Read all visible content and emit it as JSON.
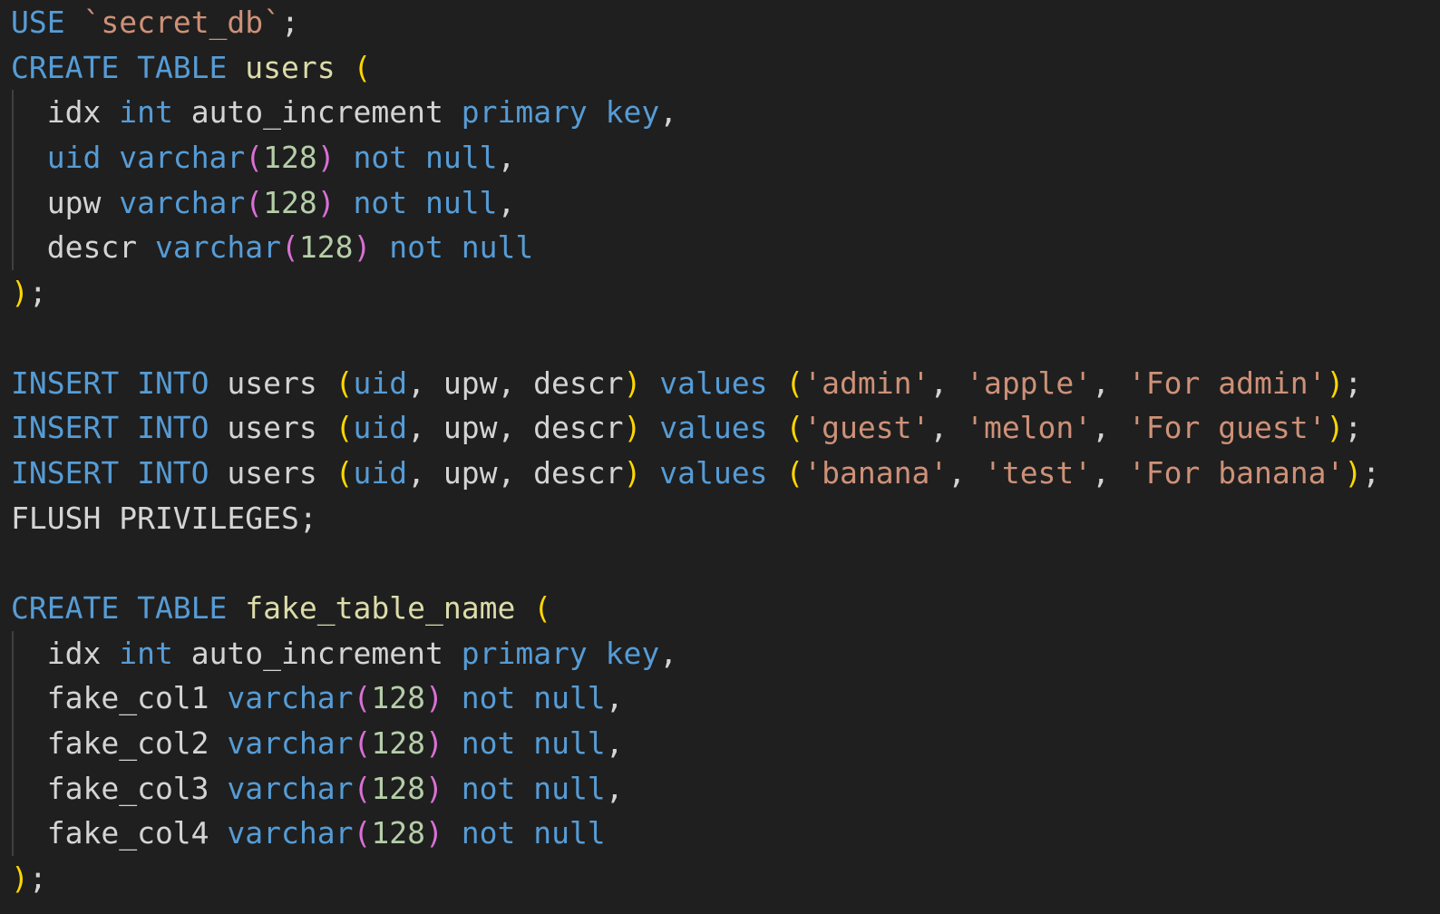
{
  "colors": {
    "background": "#1f1f1f",
    "keyword": "#569cd6",
    "string": "#ce9178",
    "identifier": "#d4d4d4",
    "table_name": "#dcdcaa",
    "bracket_level1": "#ffd700",
    "bracket_level2": "#da70d6",
    "number": "#b5cea8"
  },
  "lines": [
    {
      "tokens": [
        {
          "t": "USE",
          "c": "kw"
        },
        {
          "t": " ",
          "c": "id"
        },
        {
          "t": "`secret_db`",
          "c": "str"
        },
        {
          "t": ";",
          "c": "id"
        }
      ]
    },
    {
      "tokens": [
        {
          "t": "CREATE TABLE",
          "c": "kw"
        },
        {
          "t": " ",
          "c": "id"
        },
        {
          "t": "users",
          "c": "fn"
        },
        {
          "t": " ",
          "c": "id"
        },
        {
          "t": "(",
          "c": "p1"
        }
      ]
    },
    {
      "indent": true,
      "tokens": [
        {
          "t": "  idx ",
          "c": "id"
        },
        {
          "t": "int",
          "c": "kw"
        },
        {
          "t": " auto_increment ",
          "c": "id"
        },
        {
          "t": "primary key",
          "c": "kw"
        },
        {
          "t": ",",
          "c": "id"
        }
      ]
    },
    {
      "indent": true,
      "tokens": [
        {
          "t": "  ",
          "c": "id"
        },
        {
          "t": "uid varchar",
          "c": "kw"
        },
        {
          "t": "(",
          "c": "p2"
        },
        {
          "t": "128",
          "c": "num"
        },
        {
          "t": ")",
          "c": "p2"
        },
        {
          "t": " ",
          "c": "id"
        },
        {
          "t": "not null",
          "c": "kw"
        },
        {
          "t": ",",
          "c": "id"
        }
      ]
    },
    {
      "indent": true,
      "tokens": [
        {
          "t": "  upw ",
          "c": "id"
        },
        {
          "t": "varchar",
          "c": "kw"
        },
        {
          "t": "(",
          "c": "p2"
        },
        {
          "t": "128",
          "c": "num"
        },
        {
          "t": ")",
          "c": "p2"
        },
        {
          "t": " ",
          "c": "id"
        },
        {
          "t": "not null",
          "c": "kw"
        },
        {
          "t": ",",
          "c": "id"
        }
      ]
    },
    {
      "indent": true,
      "tokens": [
        {
          "t": "  descr ",
          "c": "id"
        },
        {
          "t": "varchar",
          "c": "kw"
        },
        {
          "t": "(",
          "c": "p2"
        },
        {
          "t": "128",
          "c": "num"
        },
        {
          "t": ")",
          "c": "p2"
        },
        {
          "t": " ",
          "c": "id"
        },
        {
          "t": "not null",
          "c": "kw"
        }
      ]
    },
    {
      "tokens": [
        {
          "t": ")",
          "c": "p1"
        },
        {
          "t": ";",
          "c": "id"
        }
      ]
    },
    {
      "tokens": []
    },
    {
      "tokens": [
        {
          "t": "INSERT INTO",
          "c": "kw"
        },
        {
          "t": " users ",
          "c": "id"
        },
        {
          "t": "(",
          "c": "p1"
        },
        {
          "t": "uid",
          "c": "kw"
        },
        {
          "t": ", upw, descr",
          "c": "id"
        },
        {
          "t": ")",
          "c": "p1"
        },
        {
          "t": " ",
          "c": "id"
        },
        {
          "t": "values",
          "c": "kw"
        },
        {
          "t": " ",
          "c": "id"
        },
        {
          "t": "(",
          "c": "p1"
        },
        {
          "t": "'admin'",
          "c": "str"
        },
        {
          "t": ", ",
          "c": "id"
        },
        {
          "t": "'apple'",
          "c": "str"
        },
        {
          "t": ", ",
          "c": "id"
        },
        {
          "t": "'For admin'",
          "c": "str"
        },
        {
          "t": ")",
          "c": "p1"
        },
        {
          "t": ";",
          "c": "id"
        }
      ]
    },
    {
      "tokens": [
        {
          "t": "INSERT INTO",
          "c": "kw"
        },
        {
          "t": " users ",
          "c": "id"
        },
        {
          "t": "(",
          "c": "p1"
        },
        {
          "t": "uid",
          "c": "kw"
        },
        {
          "t": ", upw, descr",
          "c": "id"
        },
        {
          "t": ")",
          "c": "p1"
        },
        {
          "t": " ",
          "c": "id"
        },
        {
          "t": "values",
          "c": "kw"
        },
        {
          "t": " ",
          "c": "id"
        },
        {
          "t": "(",
          "c": "p1"
        },
        {
          "t": "'guest'",
          "c": "str"
        },
        {
          "t": ", ",
          "c": "id"
        },
        {
          "t": "'melon'",
          "c": "str"
        },
        {
          "t": ", ",
          "c": "id"
        },
        {
          "t": "'For guest'",
          "c": "str"
        },
        {
          "t": ")",
          "c": "p1"
        },
        {
          "t": ";",
          "c": "id"
        }
      ]
    },
    {
      "tokens": [
        {
          "t": "INSERT INTO",
          "c": "kw"
        },
        {
          "t": " users ",
          "c": "id"
        },
        {
          "t": "(",
          "c": "p1"
        },
        {
          "t": "uid",
          "c": "kw"
        },
        {
          "t": ", upw, descr",
          "c": "id"
        },
        {
          "t": ")",
          "c": "p1"
        },
        {
          "t": " ",
          "c": "id"
        },
        {
          "t": "values",
          "c": "kw"
        },
        {
          "t": " ",
          "c": "id"
        },
        {
          "t": "(",
          "c": "p1"
        },
        {
          "t": "'banana'",
          "c": "str"
        },
        {
          "t": ", ",
          "c": "id"
        },
        {
          "t": "'test'",
          "c": "str"
        },
        {
          "t": ", ",
          "c": "id"
        },
        {
          "t": "'For banana'",
          "c": "str"
        },
        {
          "t": ")",
          "c": "p1"
        },
        {
          "t": ";",
          "c": "id"
        }
      ]
    },
    {
      "tokens": [
        {
          "t": "FLUSH PRIVILEGES;",
          "c": "id"
        }
      ]
    },
    {
      "tokens": []
    },
    {
      "tokens": [
        {
          "t": "CREATE TABLE",
          "c": "kw"
        },
        {
          "t": " ",
          "c": "id"
        },
        {
          "t": "fake_table_name",
          "c": "fn"
        },
        {
          "t": " ",
          "c": "id"
        },
        {
          "t": "(",
          "c": "p1"
        }
      ]
    },
    {
      "indent": true,
      "tokens": [
        {
          "t": "  idx ",
          "c": "id"
        },
        {
          "t": "int",
          "c": "kw"
        },
        {
          "t": " auto_increment ",
          "c": "id"
        },
        {
          "t": "primary key",
          "c": "kw"
        },
        {
          "t": ",",
          "c": "id"
        }
      ]
    },
    {
      "indent": true,
      "tokens": [
        {
          "t": "  fake_col1 ",
          "c": "id"
        },
        {
          "t": "varchar",
          "c": "kw"
        },
        {
          "t": "(",
          "c": "p2"
        },
        {
          "t": "128",
          "c": "num"
        },
        {
          "t": ")",
          "c": "p2"
        },
        {
          "t": " ",
          "c": "id"
        },
        {
          "t": "not null",
          "c": "kw"
        },
        {
          "t": ",",
          "c": "id"
        }
      ]
    },
    {
      "indent": true,
      "tokens": [
        {
          "t": "  fake_col2 ",
          "c": "id"
        },
        {
          "t": "varchar",
          "c": "kw"
        },
        {
          "t": "(",
          "c": "p2"
        },
        {
          "t": "128",
          "c": "num"
        },
        {
          "t": ")",
          "c": "p2"
        },
        {
          "t": " ",
          "c": "id"
        },
        {
          "t": "not null",
          "c": "kw"
        },
        {
          "t": ",",
          "c": "id"
        }
      ]
    },
    {
      "indent": true,
      "tokens": [
        {
          "t": "  fake_col3 ",
          "c": "id"
        },
        {
          "t": "varchar",
          "c": "kw"
        },
        {
          "t": "(",
          "c": "p2"
        },
        {
          "t": "128",
          "c": "num"
        },
        {
          "t": ")",
          "c": "p2"
        },
        {
          "t": " ",
          "c": "id"
        },
        {
          "t": "not null",
          "c": "kw"
        },
        {
          "t": ",",
          "c": "id"
        }
      ]
    },
    {
      "indent": true,
      "tokens": [
        {
          "t": "  fake_col4 ",
          "c": "id"
        },
        {
          "t": "varchar",
          "c": "kw"
        },
        {
          "t": "(",
          "c": "p2"
        },
        {
          "t": "128",
          "c": "num"
        },
        {
          "t": ")",
          "c": "p2"
        },
        {
          "t": " ",
          "c": "id"
        },
        {
          "t": "not null",
          "c": "kw"
        }
      ]
    },
    {
      "tokens": [
        {
          "t": ")",
          "c": "p1"
        },
        {
          "t": ";",
          "c": "id"
        }
      ]
    }
  ]
}
